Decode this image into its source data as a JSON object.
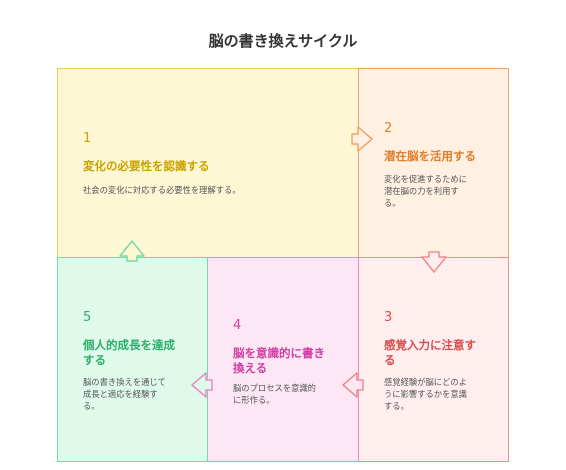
{
  "title": "脳の書き換えサイクル",
  "steps": [
    {
      "num": "1",
      "heading": "変化の必要性を認識する",
      "desc": "社会の変化に対応する必要性を理解する。"
    },
    {
      "num": "2",
      "heading": "潜在脳を活用する",
      "desc_lines": [
        "変化を促進するために",
        "潜在脳の力を利用す",
        "る。"
      ]
    },
    {
      "num": "3",
      "heading": "感覚入力に注意す",
      "heading2": "る",
      "desc_lines": [
        "感覚経験が脳にどのよ",
        "うに影響するかを意識",
        "する。"
      ]
    },
    {
      "num": "4",
      "heading": "脳を意識的に書き",
      "heading2": "換える",
      "desc_lines": [
        "脳のプロセスを意識的",
        "に形作る。"
      ]
    },
    {
      "num": "5",
      "heading": "個人的成長を達成",
      "heading2": "する",
      "desc_lines": [
        "脳の書き換えを通じて",
        "成長と適応を経験す",
        "る。"
      ]
    }
  ],
  "colors": {
    "step1": "#e6cf52",
    "step2": "#f0a568",
    "step3": "#ec8d8d",
    "step4": "#e88ac8",
    "step5": "#7cd7a1"
  }
}
